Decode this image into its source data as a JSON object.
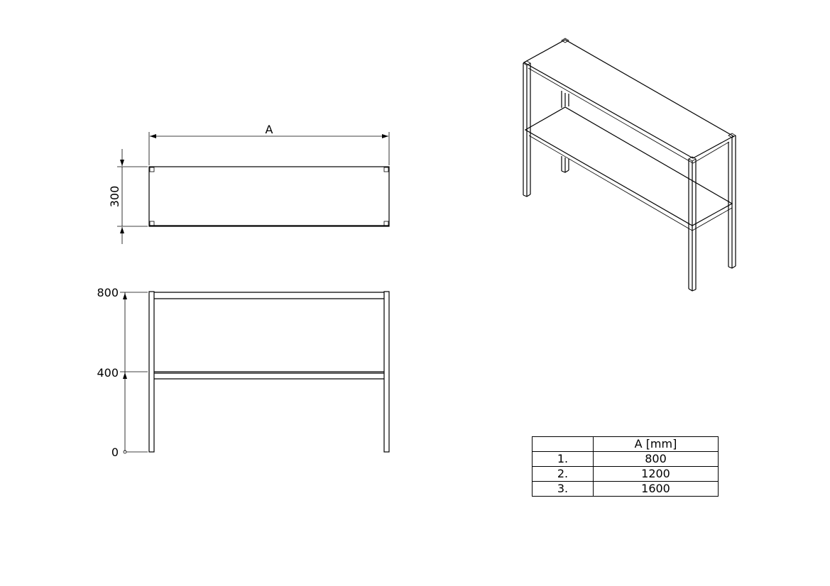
{
  "top_view": {
    "width_label": "A",
    "depth_label": "300"
  },
  "front_view": {
    "level_labels": [
      "800",
      "400",
      "0"
    ]
  },
  "size_table": {
    "header": [
      "",
      "A [mm]"
    ],
    "rows": [
      [
        "1.",
        "800"
      ],
      [
        "2.",
        "1200"
      ],
      [
        "3.",
        "1600"
      ]
    ]
  }
}
